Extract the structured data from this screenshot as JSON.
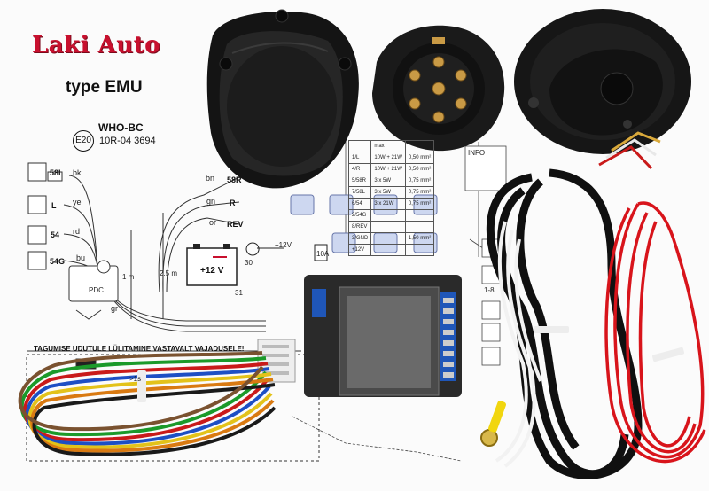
{
  "brand": "Laki Auto",
  "product_type": "type EMU",
  "approval": {
    "title": "WHO-BC",
    "mark": "E20",
    "code": "10R-04 3694"
  },
  "wire_colors": [
    "bk",
    "ye",
    "rd",
    "bu",
    "bn",
    "gn",
    "or",
    "gr"
  ],
  "left_terminals": [
    "58L",
    "L",
    "54",
    "54G"
  ],
  "socket_terminals": [
    "58R",
    "R",
    "REV"
  ],
  "power": {
    "voltage_label": "+12V",
    "battery_label": "+12 V",
    "fuse": "10A",
    "pin_30": "30",
    "pin_31": "31"
  },
  "lengths": {
    "left": "1 m",
    "right": "2.5 m"
  },
  "pdc_label": "PDC",
  "spec_table": {
    "header": [
      "",
      "max",
      ""
    ],
    "rows": [
      [
        "1/L",
        "10W + 21W",
        "0,50 mm²"
      ],
      [
        "4/R",
        "10W + 21W",
        "0,50 mm²"
      ],
      [
        "5/58R",
        "3 x 5W",
        "0,75 mm²"
      ],
      [
        "7/58L",
        "3 x 5W",
        "0,75 mm²"
      ],
      [
        "6/54",
        "3 x 21W",
        "0,75 mm²"
      ],
      [
        "2/54G",
        "",
        ""
      ],
      [
        "8/REV",
        "",
        ""
      ],
      [
        "3/GND",
        "",
        "1,50 mm²"
      ],
      [
        "+12V",
        "",
        ""
      ]
    ]
  },
  "info_label": "INFO",
  "module_pins": "1-8",
  "warning_text": "TAGUMISE UDUTULE LÜLITAMINE VASTAVALT VAJADUSELE!",
  "threshold_label": ">1s",
  "colors": {
    "brand_red": "#c8102e",
    "wire_red": "#d8141b",
    "plastic_black": "#151515",
    "wire_white": "#f2f2f2"
  }
}
